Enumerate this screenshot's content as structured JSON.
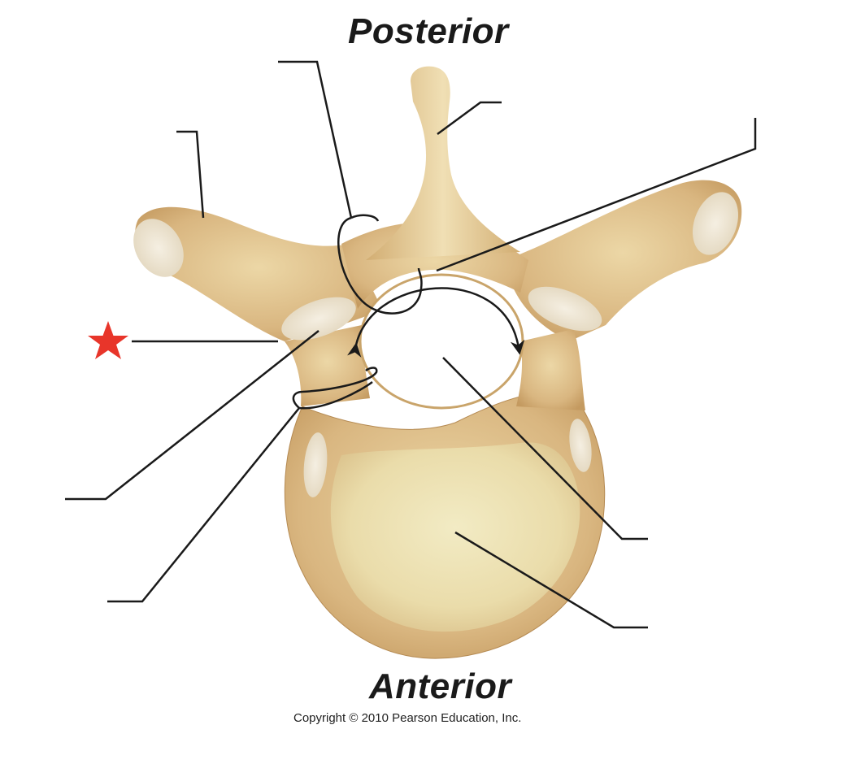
{
  "diagram": {
    "subject": "Thoracic vertebra, superior view",
    "orientation_top": "Posterior",
    "orientation_bottom": "Anterior",
    "copyright": "Copyright © 2010 Pearson Education, Inc.",
    "marker": {
      "shape": "star",
      "color": "#e8352a",
      "points_to_leader": "leader-left-middle"
    },
    "colors": {
      "bone": "#d9b680",
      "bone_light": "#ecd7a6",
      "bone_dark": "#b58a52",
      "body_center": "#efe3b4",
      "facet": "#f3ecdd",
      "leader_line": "#1a1a1a",
      "background": "#ffffff"
    },
    "labels": [
      {
        "id": "transverse-process",
        "text": "",
        "leader": "top-left-short"
      },
      {
        "id": "lamina",
        "text": "",
        "leader": "top-left-long"
      },
      {
        "id": "spinous-process",
        "text": "",
        "leader": "top-center"
      },
      {
        "id": "vertebral-arch",
        "text": "",
        "leader": "top-right"
      },
      {
        "id": "superior-articular-process",
        "text": "",
        "leader": "left-middle-star"
      },
      {
        "id": "superior-articular-facet",
        "text": "",
        "leader": "left-lower"
      },
      {
        "id": "pedicle",
        "text": "",
        "leader": "left-bottom"
      },
      {
        "id": "vertebral-foramen",
        "text": "",
        "leader": "right-middle"
      },
      {
        "id": "body",
        "text": "",
        "leader": "right-bottom"
      }
    ]
  }
}
